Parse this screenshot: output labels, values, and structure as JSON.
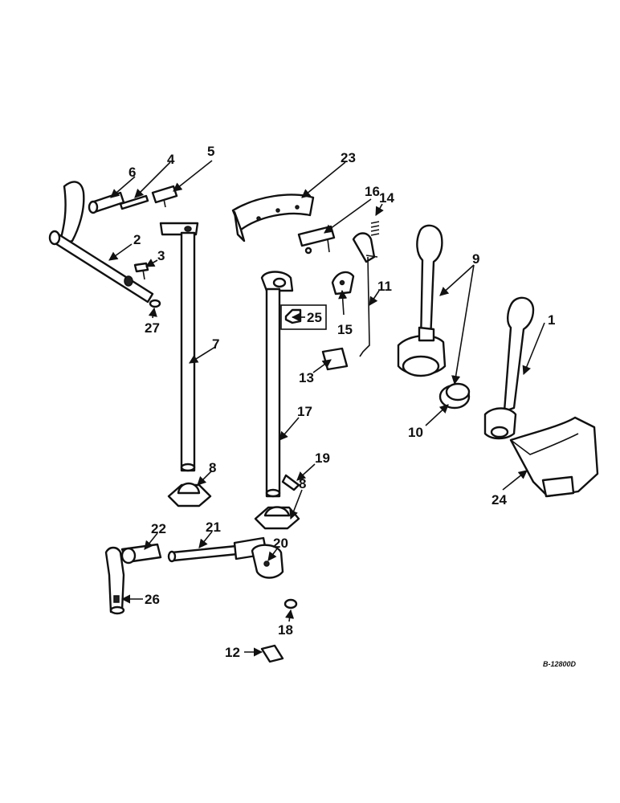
{
  "labels": {
    "n1": "1",
    "n2": "2",
    "n3": "3",
    "n4": "4",
    "n5": "5",
    "n6": "6",
    "n7": "7",
    "n8a": "8",
    "n8b": "8",
    "n9": "9",
    "n10": "10",
    "n11": "11",
    "n12": "12",
    "n13": "13",
    "n14": "14",
    "n15": "15",
    "n16": "16",
    "n17": "17",
    "n18": "18",
    "n19": "19",
    "n20": "20",
    "n21": "21",
    "n22": "22",
    "n23": "23",
    "n24": "24",
    "n25": "25",
    "n26": "26",
    "n27": "27"
  },
  "drawing_code": "B-12800D"
}
